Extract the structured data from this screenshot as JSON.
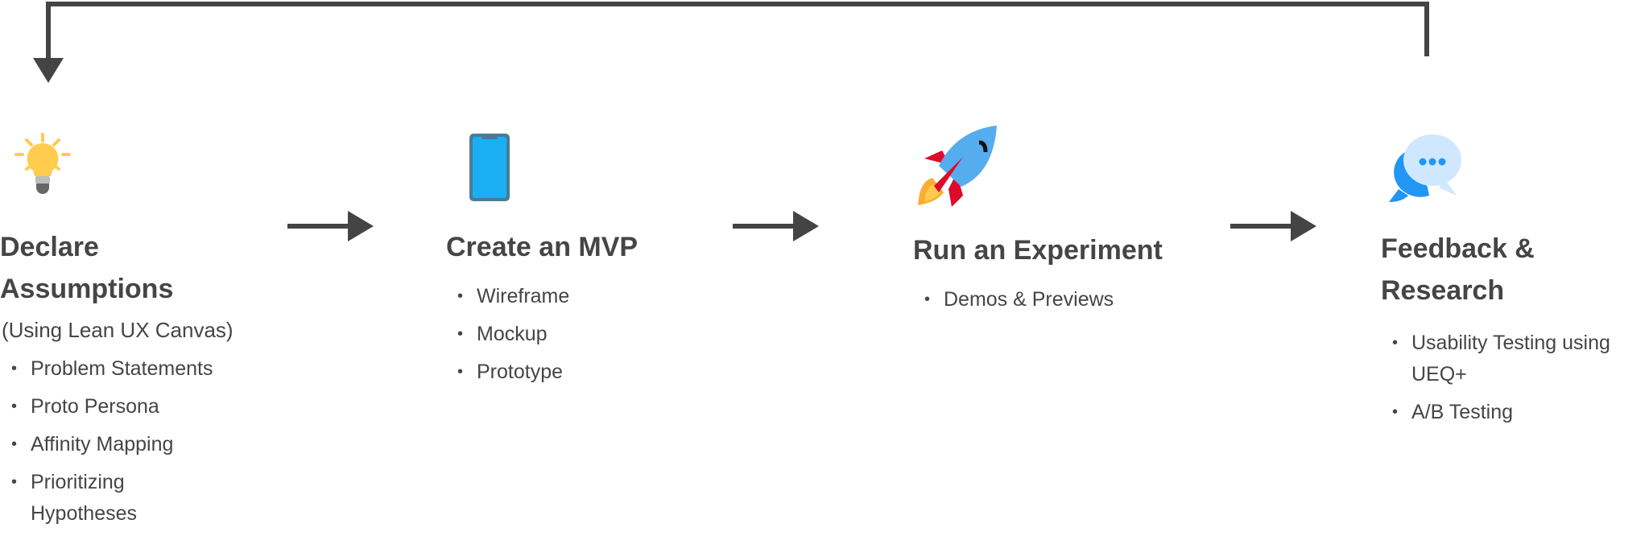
{
  "steps": [
    {
      "icon": "lightbulb-icon",
      "title_lines": [
        "Declare",
        "Assumptions"
      ],
      "subtitle": "(Using Lean UX Canvas)",
      "items": [
        "Problem Statements",
        "Proto Persona",
        "Affinity Mapping",
        "Prioritizing Hypotheses"
      ]
    },
    {
      "icon": "smartphone-icon",
      "title_lines": [
        "Create an MVP"
      ],
      "items": [
        "Wireframe",
        "Mockup",
        "Prototype"
      ]
    },
    {
      "icon": "rocket-icon",
      "title_lines": [
        "Run an Experiment"
      ],
      "items": [
        "Demos & Previews"
      ]
    },
    {
      "icon": "chat-bubbles-icon",
      "title_lines": [
        "Feedback &",
        "Research"
      ],
      "items": [
        "Usability Testing using UEQ+",
        "A/B Testing"
      ]
    }
  ],
  "colors": {
    "text": "#454545",
    "arrow": "#444444",
    "bulb": "#FFCC4D",
    "phone": "#1AAFF2",
    "rocket_body": "#55ACEE",
    "rocket_fin": "#DD0A2A",
    "chat_dark": "#2196F3",
    "chat_light": "#CFE8FF"
  }
}
